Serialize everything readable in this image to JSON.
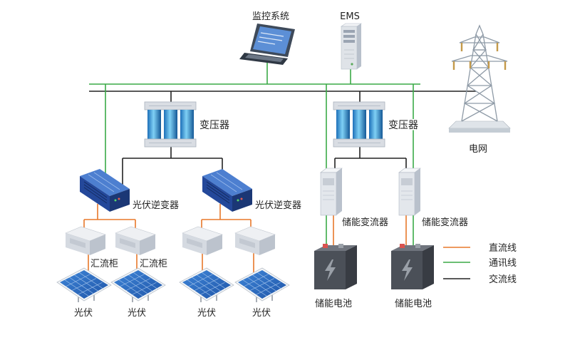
{
  "labels": {
    "monitoring_system": "监控系统",
    "ems": "EMS",
    "grid": "电网",
    "transformer_1": "变压器",
    "transformer_2": "变压器",
    "pv_inverter_1": "光伏逆变器",
    "pv_inverter_2": "光伏逆变器",
    "combiner_1": "汇流柜",
    "combiner_2": "汇流柜",
    "pv": [
      "光伏",
      "光伏",
      "光伏",
      "光伏"
    ],
    "storage_converter_1": "储能变流器",
    "storage_converter_2": "储能变流器",
    "storage_battery_1": "储能电池",
    "storage_battery_2": "储能电池"
  },
  "colors": {
    "dc": "#e8782a",
    "comm": "#3aaa47",
    "ac": "#222222"
  },
  "legend": {
    "items": [
      {
        "label": "直流线",
        "color": "#e8782a"
      },
      {
        "label": "通讯线",
        "color": "#3aaa47"
      },
      {
        "label": "交流线",
        "color": "#222222"
      }
    ]
  }
}
